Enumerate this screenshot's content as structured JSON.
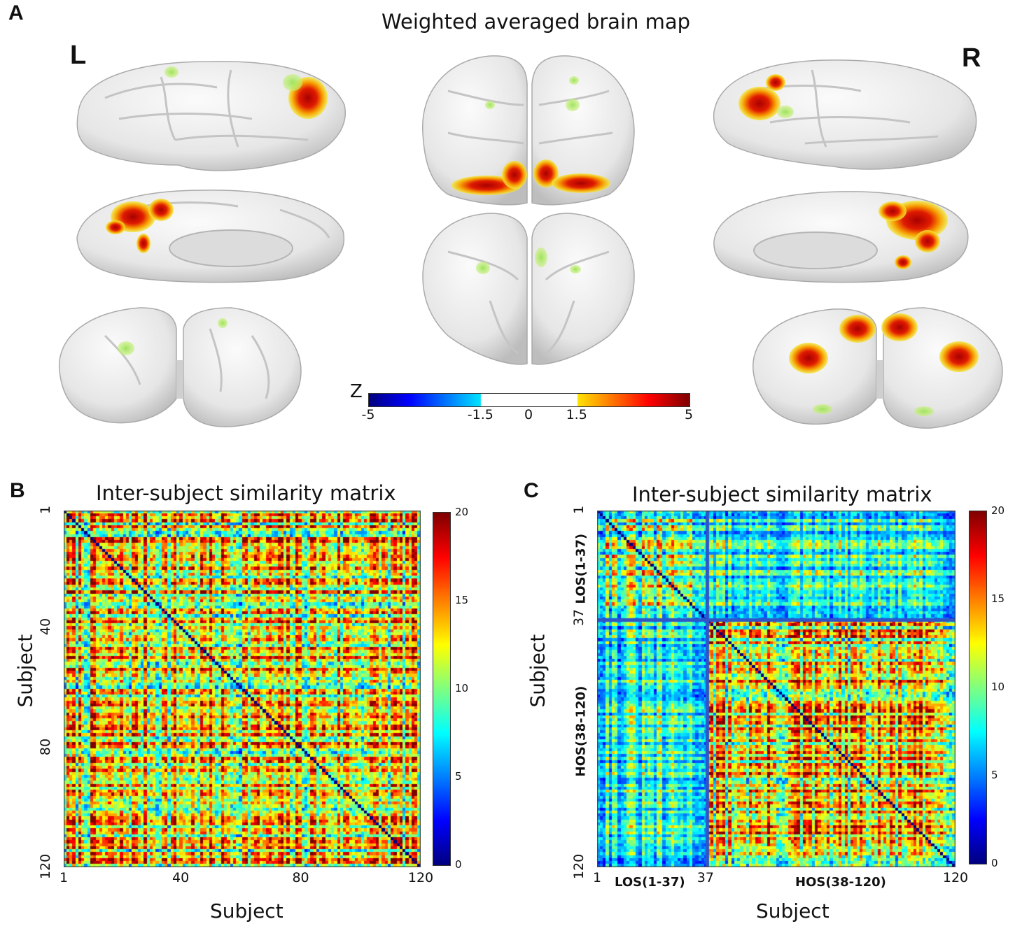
{
  "panel_a": {
    "letter": "A",
    "title": "Weighted averaged brain map",
    "left_label": "L",
    "right_label": "R",
    "colorbar": {
      "label": "Z",
      "ticks": [
        "-5",
        "-1.5",
        "0",
        "1.5",
        "5"
      ],
      "range": [
        -5,
        5
      ],
      "threshold": 1.5
    }
  },
  "panel_b": {
    "letter": "B",
    "chart_data": {
      "type": "heatmap",
      "title": "Inter-subject similarity matrix",
      "xlabel": "Subject",
      "ylabel": "Subject",
      "n_subjects": 120,
      "x_ticks": [
        "1",
        "40",
        "80",
        "120"
      ],
      "y_ticks": [
        "1",
        "40",
        "80",
        "120"
      ],
      "colorbar_ticks": [
        "20",
        "15",
        "10",
        "5",
        "0"
      ],
      "color_range": [
        0,
        20
      ],
      "colormap": "jet"
    }
  },
  "panel_c": {
    "letter": "C",
    "chart_data": {
      "type": "heatmap",
      "title": "Inter-subject similarity matrix",
      "xlabel": "Subject",
      "ylabel": "Subject",
      "n_subjects": 120,
      "x_ticks": [
        "1",
        "37",
        "120"
      ],
      "y_ticks": [
        "1",
        "37",
        "120"
      ],
      "x_groups": [
        "LOS(1-37)",
        "HOS(38-120)"
      ],
      "y_groups": [
        "LOS(1-37)",
        "HOS(38-120)"
      ],
      "group_boundary": 37,
      "colorbar_ticks": [
        "20",
        "15",
        "10",
        "5",
        "0"
      ],
      "color_range": [
        0,
        20
      ],
      "colormap": "jet"
    }
  }
}
